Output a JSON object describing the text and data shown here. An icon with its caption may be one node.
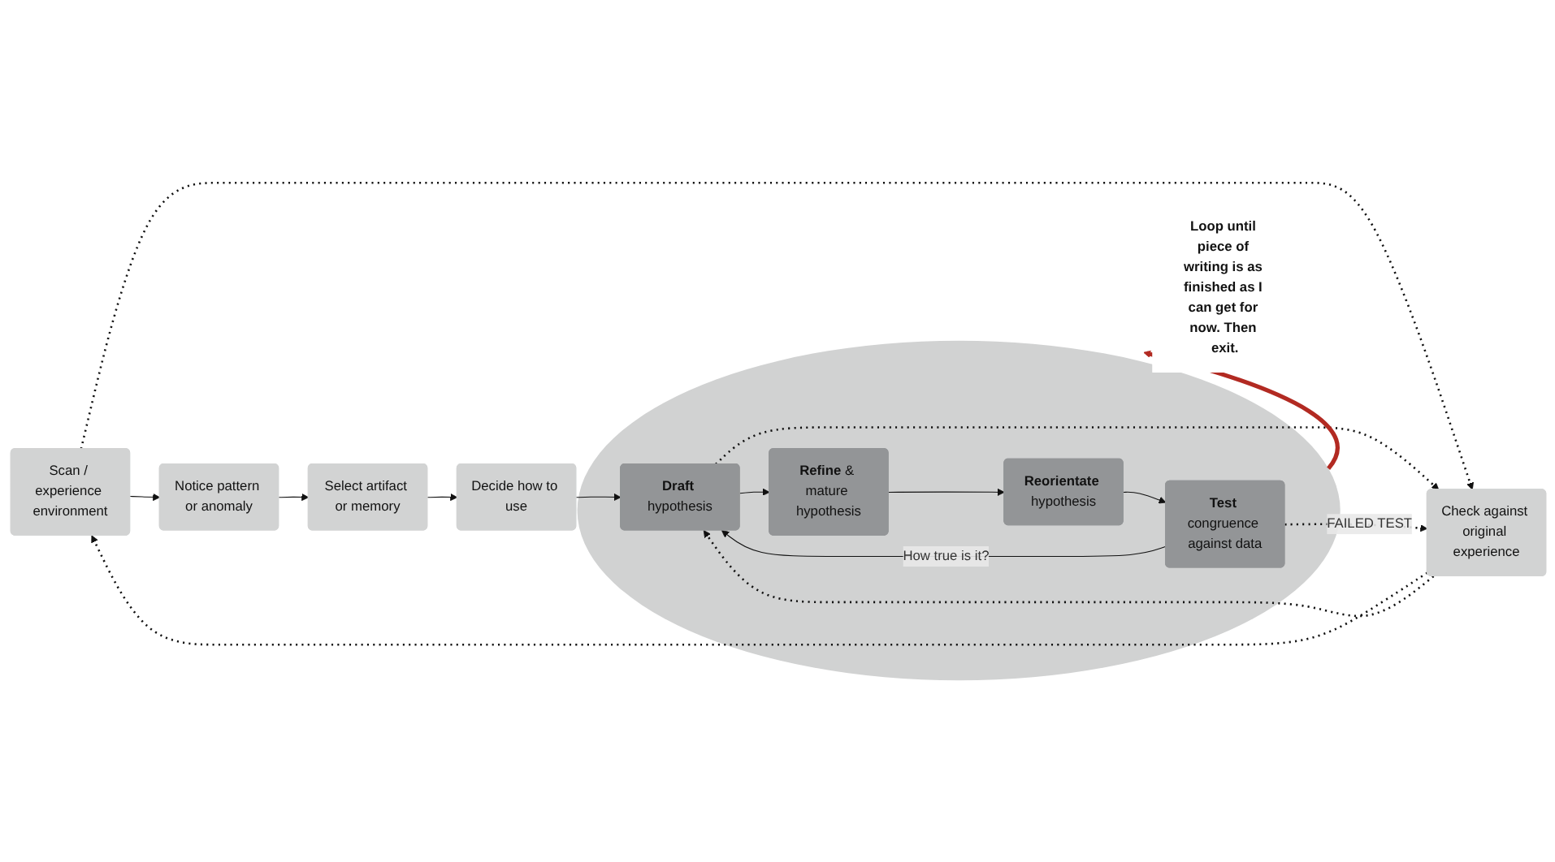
{
  "diagram": {
    "nodes": [
      {
        "text": [
          "Scan / experience environment"
        ]
      },
      {
        "text": [
          "Notice pattern or anomaly"
        ]
      },
      {
        "text": [
          "Select artifact or memory"
        ]
      },
      {
        "text": [
          "Decide how to use"
        ]
      },
      {
        "text": [],
        "shape": "circle"
      },
      {
        "text": [
          "**Draft** hypothesis"
        ],
        "in": 4
      },
      {
        "text": [
          "**Refine** & mature hypothesis"
        ],
        "in": 4
      },
      {
        "text": [
          "**Reorientate** hypothesis"
        ],
        "in": 4
      },
      {
        "text": [
          "**Test** congruence against data"
        ],
        "in": 4
      },
      {
        "text": [
          "Check against original experience"
        ]
      },
      {
        "text": [
          "Loop until piece of writing is as finished as I can get for now. Then exit."
        ]
      }
    ],
    "edges": [
      {
        "from": 0,
        "to": 1,
        "arrow": "to"
      },
      {
        "from": 1,
        "to": 2,
        "arrow": "to"
      },
      {
        "from": 2,
        "to": 3,
        "arrow": "to"
      },
      {
        "from": 3,
        "to": 5,
        "arrow": "to"
      },
      {
        "from": 5,
        "to": 6,
        "arrow": "to"
      },
      {
        "from": 6,
        "to": 7,
        "arrow": "to"
      },
      {
        "from": 7,
        "to": 8,
        "arrow": "to"
      },
      {
        "from": 8,
        "to": 5,
        "arrow": "to",
        "label": "How true is it?"
      },
      {
        "from": 0,
        "to": 9,
        "arrow": "to",
        "style": "dashed"
      },
      {
        "from": 9,
        "to": 0,
        "arrow": "to",
        "style": "dashed"
      },
      {
        "from": 9,
        "to": 5,
        "arrow": "to",
        "style": "dashed"
      },
      {
        "from": 5,
        "to": 9,
        "arrow": "to",
        "style": "dashed"
      },
      {
        "from": 8,
        "to": 9,
        "arrow": "to",
        "style": "dashed",
        "label": "FAILED TEST"
      },
      {
        "from": 4,
        "to": 10,
        "arrow": "to",
        "style": "thick",
        "color": "#b22a22"
      }
    ]
  }
}
